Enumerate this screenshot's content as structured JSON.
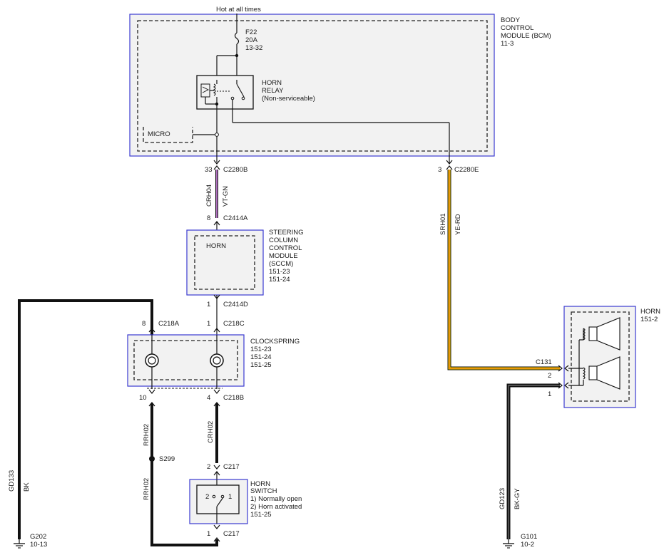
{
  "top": {
    "hot_label": "Hot at all times"
  },
  "bcm": {
    "title_lines": [
      "BODY",
      "CONTROL",
      "MODULE (BCM)",
      "11-3"
    ],
    "fuse_lines": [
      "F22",
      "20A",
      "13-32"
    ],
    "relay_lines": [
      "HORN",
      "RELAY",
      "(Non-serviceable)"
    ],
    "micro_label": "MICRO"
  },
  "connectors": {
    "c2280b": {
      "pin": "33",
      "name": "C2280B"
    },
    "c2280e": {
      "pin": "3",
      "name": "C2280E"
    },
    "c2414a": {
      "pin": "8",
      "name": "C2414A"
    },
    "c2414d": {
      "pin": "1",
      "name": "C2414D"
    },
    "c218a": {
      "pin": "8",
      "name": "C218A"
    },
    "c218c": {
      "pin": "1",
      "name": "C218C"
    },
    "c218b_left_pin": "10",
    "c218b": {
      "pin": "4",
      "name": "C218B"
    },
    "c217_top": {
      "pin": "2",
      "name": "C217"
    },
    "c217_bottom": {
      "pin": "1",
      "name": "C217"
    },
    "c131": {
      "name": "C131",
      "pin2": "2",
      "pin1": "1"
    }
  },
  "wires": {
    "crh04": {
      "circuit": "CRH04",
      "color": "VT-GN"
    },
    "srh01": {
      "circuit": "SRH01",
      "color": "YE-RD"
    },
    "gd133": {
      "circuit": "GD133",
      "color": "BK"
    },
    "rrh02_a": {
      "circuit": "RRH02"
    },
    "rrh02_b": {
      "circuit": "RRH02"
    },
    "crh02": {
      "circuit": "CRH02"
    },
    "gd123": {
      "circuit": "GD123",
      "color": "BK-GY"
    }
  },
  "sccm": {
    "inner_label": "HORN",
    "title_lines": [
      "STEERING",
      "COLUMN",
      "CONTROL",
      "MODULE",
      "(SCCM)",
      "151-23",
      "151-24"
    ]
  },
  "clockspring": {
    "title_lines": [
      "CLOCKSPRING",
      "151-23",
      "151-24",
      "151-25"
    ]
  },
  "splice": {
    "label": "S299"
  },
  "horn_switch": {
    "title_lines": [
      "HORN",
      "SWITCH",
      "1) Normally open",
      "2) Horn activated",
      "151-25"
    ],
    "pin_left": "2",
    "pin_right": "1"
  },
  "horn": {
    "title_lines": [
      "HORN",
      "151-2"
    ]
  },
  "grounds": {
    "g202": {
      "lines": [
        "G202",
        "10-13"
      ]
    },
    "g101": {
      "lines": [
        "G101",
        "10-2"
      ]
    }
  },
  "colors": {
    "module_border": "#3a3ad0",
    "module_fill": "#f2f2f2",
    "violet_green": "#b070c0",
    "yellow": "#f5d000",
    "red": "#e06010"
  }
}
